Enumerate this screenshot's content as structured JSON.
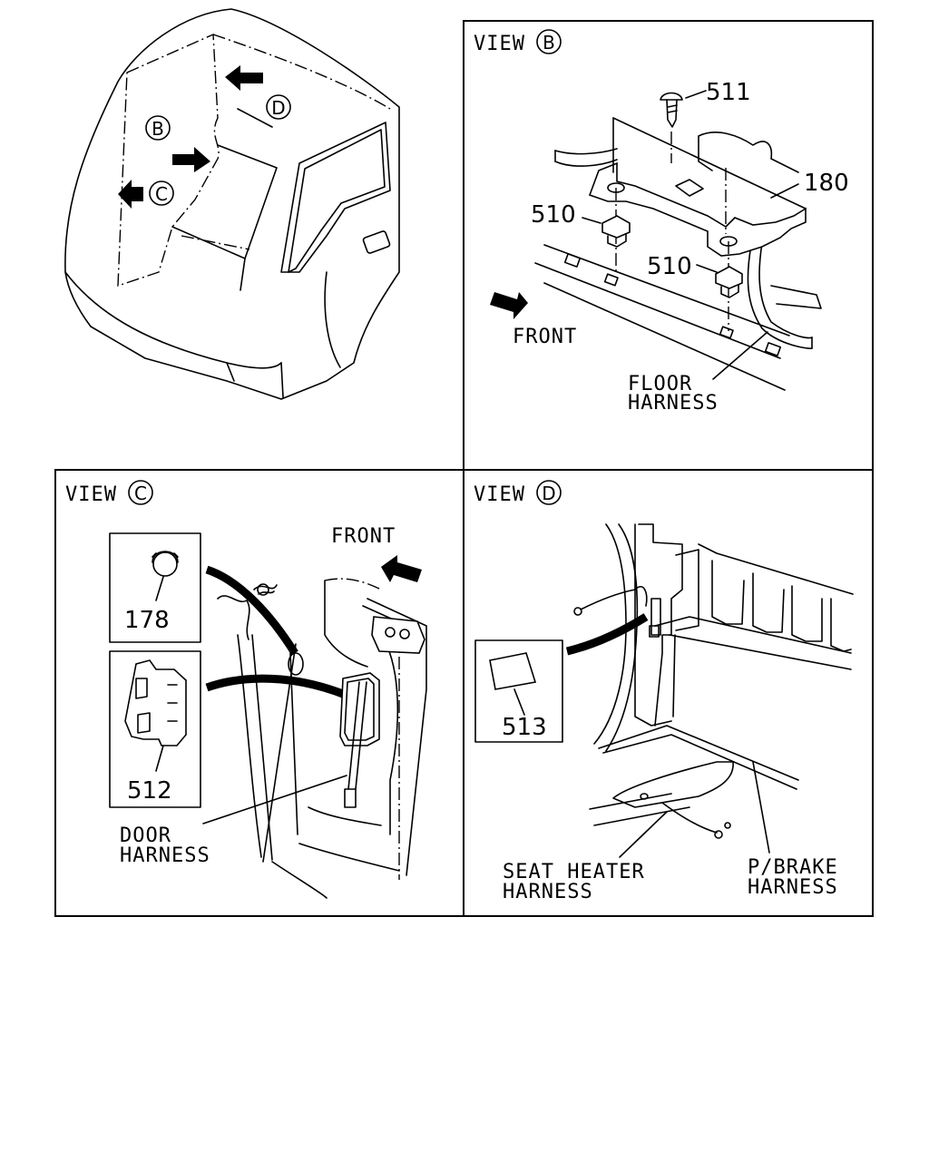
{
  "overview": {
    "markers": [
      "B",
      "C",
      "D"
    ]
  },
  "view_b": {
    "view_word": "VIEW",
    "view_letter": "B",
    "parts": [
      "511",
      "180",
      "510",
      "510"
    ],
    "front_label": "FRONT",
    "harness_line1": "FLOOR",
    "harness_line2": "HARNESS"
  },
  "view_c": {
    "view_word": "VIEW",
    "view_letter": "C",
    "parts": [
      "178",
      "512"
    ],
    "front_label": "FRONT",
    "harness_line1": "DOOR",
    "harness_line2": "HARNESS"
  },
  "view_d": {
    "view_word": "VIEW",
    "view_letter": "D",
    "parts": [
      "513"
    ],
    "seat_line1": "SEAT HEATER",
    "seat_line2": "HARNESS",
    "brake_line1": "P/BRAKE",
    "brake_line2": "HARNESS"
  }
}
